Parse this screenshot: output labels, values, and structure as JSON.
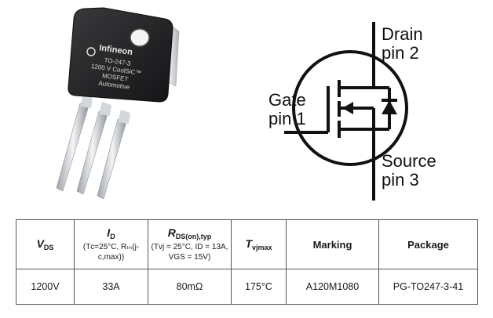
{
  "package_photo": {
    "brand": "Infineon",
    "marking_lines": [
      "TO-247-3",
      "1200 V CoolSiC™",
      "MOSFET",
      "Automotive"
    ]
  },
  "symbol": {
    "drain": {
      "name": "Drain",
      "pin": "pin 2"
    },
    "gate": {
      "name": "Gate",
      "pin": "pin 1"
    },
    "source": {
      "name": "Source",
      "pin": "pin 3"
    }
  },
  "table": {
    "headers": {
      "vds": {
        "symbol": "V",
        "sub": "DS"
      },
      "id": {
        "symbol": "I",
        "sub": "D",
        "cond": "(Tᴄ=25°C, Rₜₕ(j-c,max))"
      },
      "rds": {
        "symbol": "R",
        "sub": "DS(on),typ",
        "cond1": "(Tvj = 25°C, ID = 13A,",
        "cond2": "VGS = 15V)"
      },
      "tvj": {
        "symbol": "T",
        "sub": "vjmax"
      },
      "marking": "Marking",
      "package": "Package"
    },
    "row": {
      "vds": "1200V",
      "id": "33A",
      "rds": "80mΩ",
      "tvj": "175°C",
      "marking": "A120M1080",
      "package": "PG-TO247-3-41"
    }
  }
}
